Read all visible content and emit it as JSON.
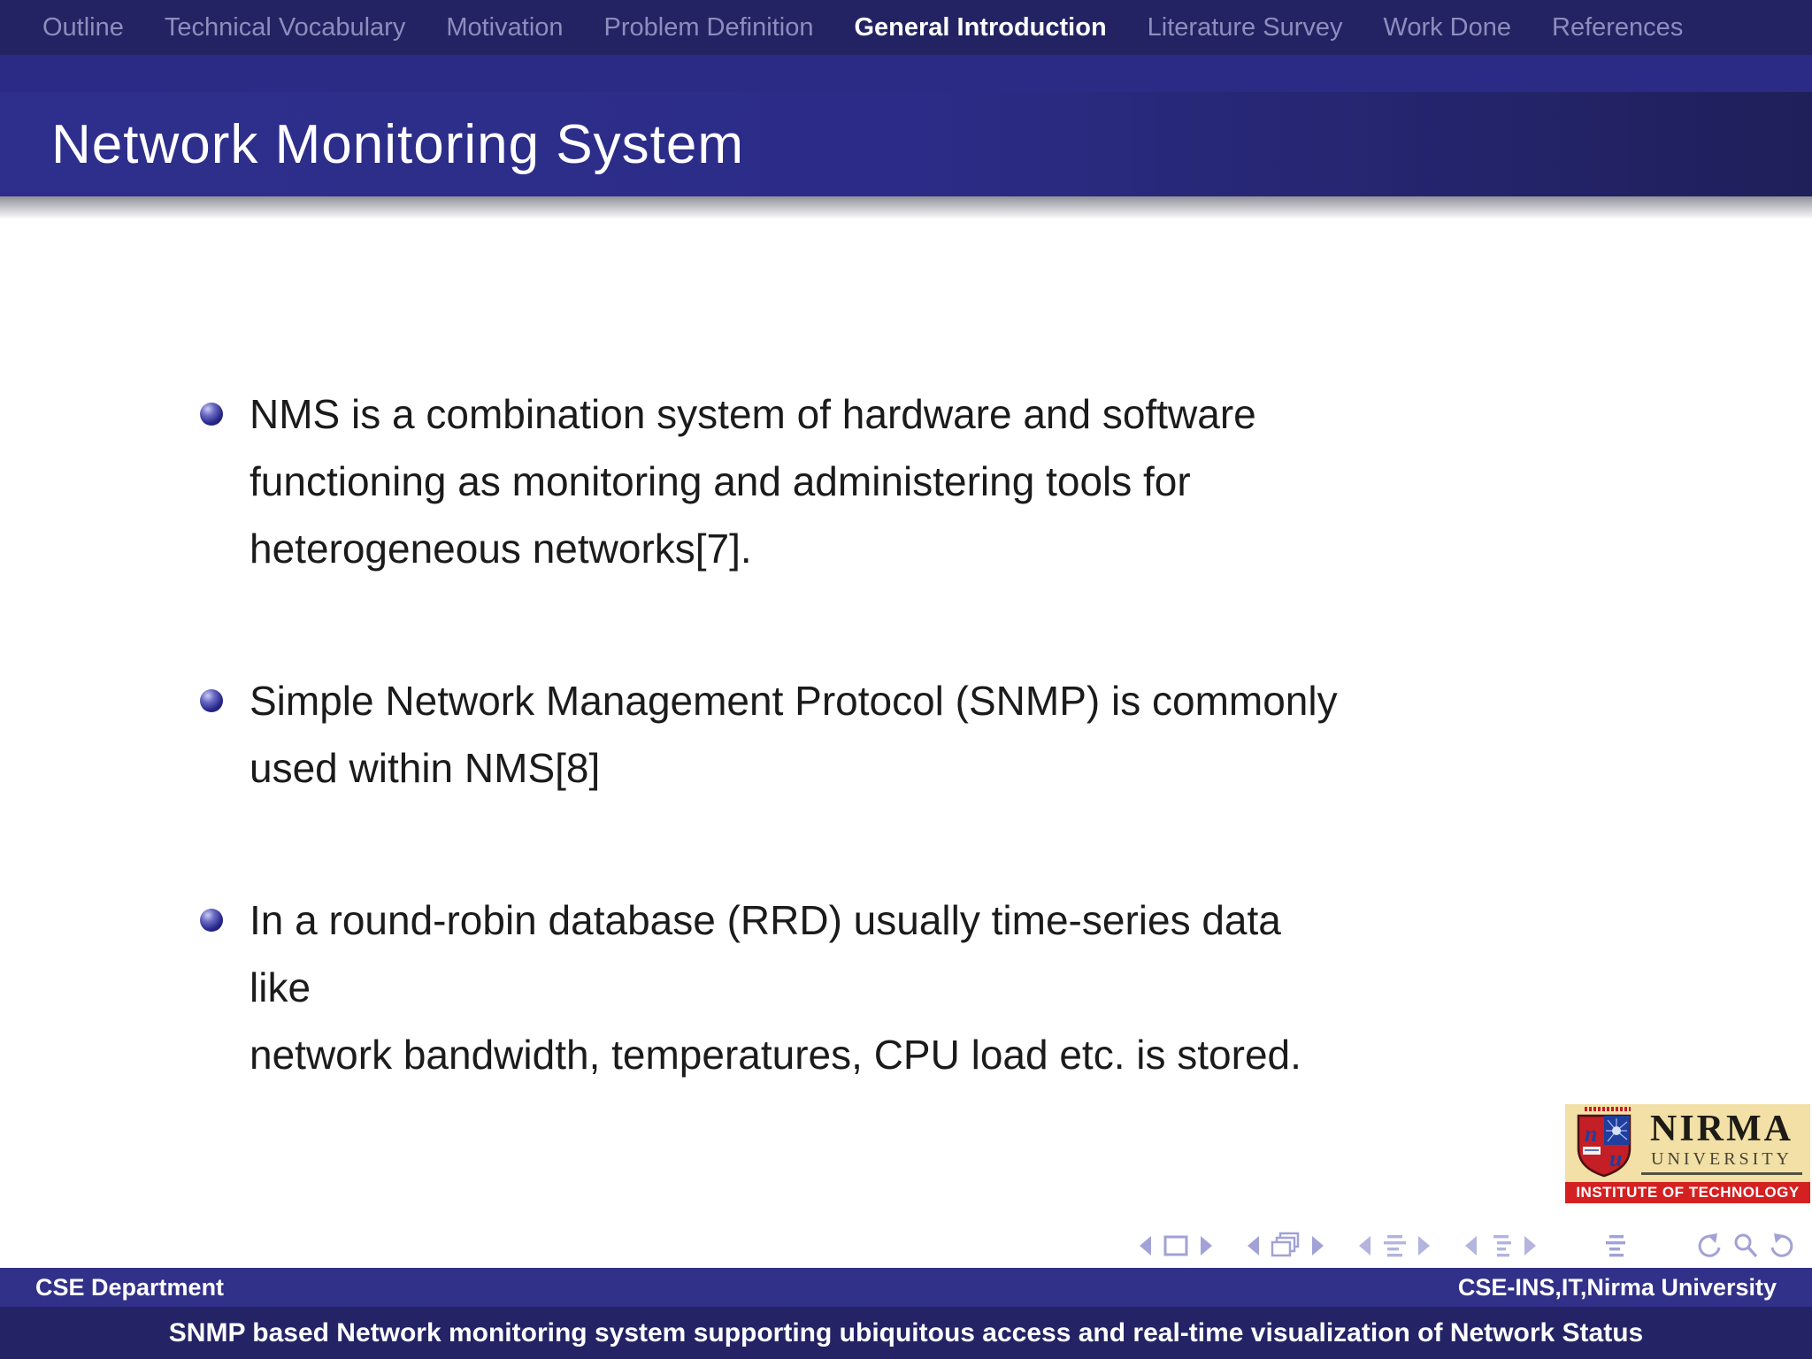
{
  "nav": {
    "items": [
      {
        "label": "Outline",
        "active": false
      },
      {
        "label": "Technical Vocabulary",
        "active": false
      },
      {
        "label": "Motivation",
        "active": false
      },
      {
        "label": "Problem Definition",
        "active": false
      },
      {
        "label": "General Introduction",
        "active": true
      },
      {
        "label": "Literature Survey",
        "active": false
      },
      {
        "label": "Work Done",
        "active": false
      },
      {
        "label": "References",
        "active": false
      }
    ]
  },
  "frametitle": "Network Monitoring System",
  "bullets": [
    {
      "lines": [
        "NMS is a combination system of hardware and software",
        "functioning as monitoring and administering tools for",
        "heterogeneous networks[7]."
      ]
    },
    {
      "lines": [
        "Simple Network Management Protocol (SNMP) is commonly",
        "used within NMS[8]"
      ]
    },
    {
      "lines": [
        "In a round-robin database (RRD) usually time-series data like",
        "network bandwidth, temperatures, CPU load etc.  is stored."
      ]
    }
  ],
  "logo": {
    "name": "NIRMA",
    "subname": "UNIVERSITY",
    "banner": "INSTITUTE OF TECHNOLOGY",
    "shield_letter_n": "n",
    "shield_letter_u": "u"
  },
  "navigation_symbols": [
    "prev-slide",
    "slide",
    "next-slide",
    "prev-frame",
    "frames",
    "next-frame",
    "prev-section",
    "section",
    "next-section",
    "prev-subsection",
    "subsection",
    "next-subsection",
    "appendix",
    "back",
    "search",
    "forward"
  ],
  "footer": {
    "left": "CSE Department",
    "right": "CSE-INS,IT,Nirma University",
    "bottom": "SNMP based Network monitoring system supporting ubiquitous access and real-time visualization of Network Status"
  },
  "colors": {
    "header_bar": "#232363",
    "title_band_left": "#2e2e8c",
    "title_band_right": "#1f1f5a",
    "inactive_nav_text": "#8d8dbe",
    "active_nav_text": "#ffffff",
    "bullet_ball": "#26268a",
    "body_text": "#1b1b1b",
    "footer_top_bar": "#323189",
    "footer_bottom_bar": "#232366",
    "nav_symbol": "#a2a2d6",
    "logo_background": "#f2e0a6",
    "logo_band_red": "#d42020"
  }
}
